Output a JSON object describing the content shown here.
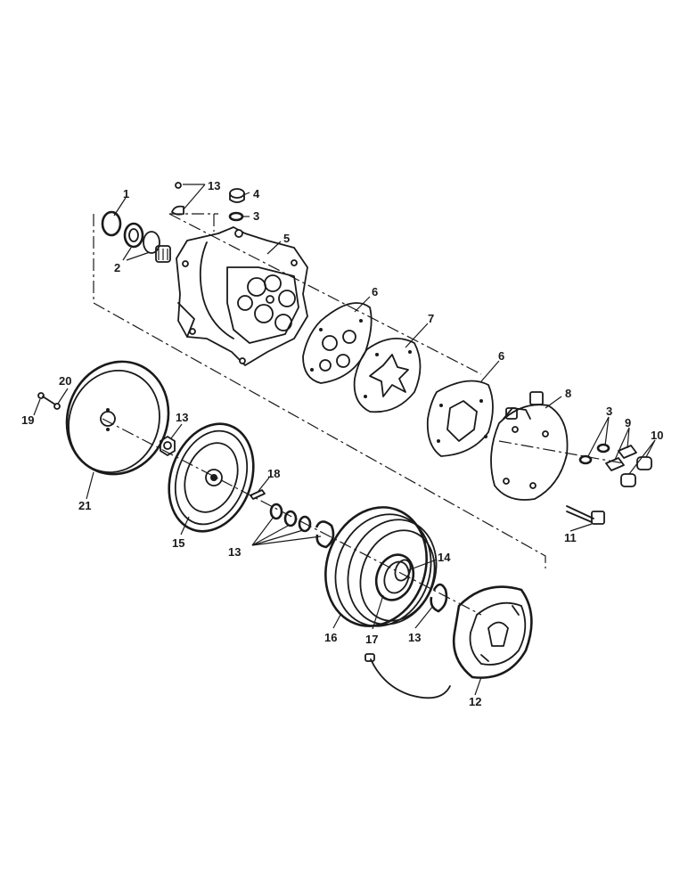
{
  "diagram": {
    "type": "exploded-parts-view",
    "callouts": {
      "c1": "1",
      "c2": "2",
      "c3a": "3",
      "c3b": "3",
      "c4": "4",
      "c5": "5",
      "c6a": "6",
      "c6b": "6",
      "c7": "7",
      "c8": "8",
      "c9": "9",
      "c10": "10",
      "c11": "11",
      "c12": "12",
      "c13a": "13",
      "c13b": "13",
      "c13c": "13",
      "c13d": "13",
      "c14": "14",
      "c15": "15",
      "c16": "16",
      "c17": "17",
      "c18": "18",
      "c19": "19",
      "c20": "20",
      "c21": "21"
    }
  }
}
